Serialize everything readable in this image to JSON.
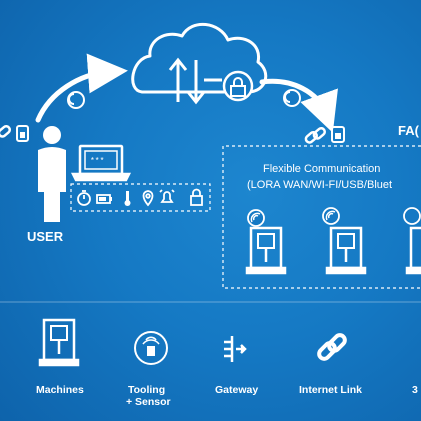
{
  "user_label": "USER",
  "factory_label_partial": "FA(",
  "flexible": {
    "line1": "Flexible Communication",
    "line2": "(LORA WAN/WI-FI/USB/Bluet"
  },
  "legend": {
    "machines": "Machines",
    "tooling_line1": "Tooling",
    "tooling_line2": "+ Sensor",
    "gateway": "Gateway",
    "internet_link": "Internet Link",
    "partial": "3"
  },
  "colors": {
    "background": "#1579c4",
    "foreground": "#ffffff"
  },
  "icons": [
    "cloud-icon",
    "upload-arrow-icon",
    "download-arrow-icon",
    "lock-icon",
    "user-icon",
    "laptop-icon",
    "timer-icon",
    "battery-icon",
    "thermometer-icon",
    "location-pin-icon",
    "alarm-icon",
    "padlock-icon",
    "link-icon",
    "sim-card-icon",
    "machine-icon",
    "sensor-icon",
    "gateway-icon"
  ]
}
